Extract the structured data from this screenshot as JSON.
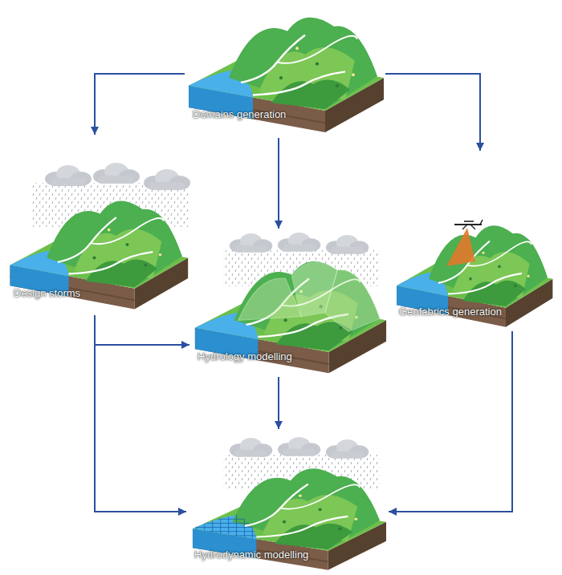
{
  "diagram": {
    "nodes": [
      {
        "text": [
          "Domains generation"
        ]
      },
      {
        "text": [
          "Design storms"
        ]
      },
      {
        "text": [
          "Hydrology modelling"
        ]
      },
      {
        "text": [
          "Geofabrics generation"
        ]
      },
      {
        "text": [
          "Hydrodynamic modelling"
        ]
      }
    ],
    "edges": [
      {
        "from": 0,
        "to": 1,
        "arrow": "to"
      },
      {
        "from": 0,
        "to": 2,
        "arrow": "to"
      },
      {
        "from": 0,
        "to": 3,
        "arrow": "to"
      },
      {
        "from": 1,
        "to": 2,
        "arrow": "to"
      },
      {
        "from": 1,
        "to": 4,
        "arrow": "to"
      },
      {
        "from": 2,
        "to": 4,
        "arrow": "to"
      },
      {
        "from": 3,
        "to": 4,
        "arrow": "to"
      }
    ]
  }
}
